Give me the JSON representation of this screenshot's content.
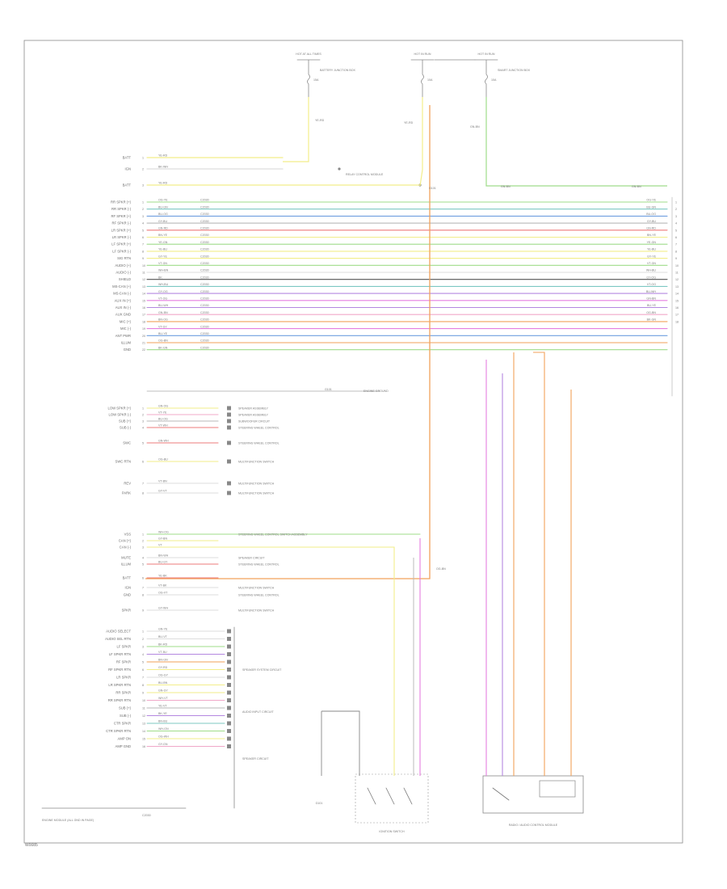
{
  "figure_id": "W0085",
  "connector_bottom_label": "C2030",
  "bottom_left_note": "ENGINE MODULE (ALL GND IN PAGE)",
  "colors": {
    "yellow": "#f2ee8a",
    "green": "#9fdc8a",
    "teal": "#7dc8c2",
    "blue": "#6f9fdf",
    "gray": "#b8b8b8",
    "red": "#ee7b7b",
    "orange": "#f2a25a",
    "magenta": "#e57fe0",
    "purple": "#b487e0",
    "pink": "#f0a8c8",
    "white": "#dddddd",
    "black": "#555555"
  },
  "fuses": [
    {
      "title": "HOT AT ALL TIMES",
      "rating": "15A",
      "note": "BATTERY JUNCTION BOX"
    },
    {
      "title": "HOT IN RUN",
      "rating": "10A",
      "note": ""
    },
    {
      "title": "HOT IN RUN",
      "rating": "10A",
      "note": "SMART JUNCTION BOX"
    }
  ],
  "top_wires": [
    {
      "label": "BATT",
      "code": "YE-RD",
      "color": "yellow"
    },
    {
      "label": "IGN",
      "code": "BK-WH",
      "color": "white"
    },
    {
      "label": "BATT",
      "code": "YE-RD",
      "color": "yellow"
    }
  ],
  "pins": [
    {
      "label": "RR SPKR (+)",
      "code": "OG-YE",
      "color": "green"
    },
    {
      "label": "RR SPKR (-)",
      "code": "BU-GN",
      "color": "teal"
    },
    {
      "label": "RF SPKR (+)",
      "code": "BU-OG",
      "color": "blue"
    },
    {
      "label": "RF SPKR (-)",
      "code": "GY-BU",
      "color": "gray"
    },
    {
      "label": "LR SPKR (+)",
      "code": "GN-RD",
      "color": "red"
    },
    {
      "label": "LR SPKR (-)",
      "code": "BN-YE",
      "color": "yellow"
    },
    {
      "label": "LF SPKR (+)",
      "code": "YE-GN",
      "color": "green"
    },
    {
      "label": "LF SPKR (-)",
      "code": "YE-BU",
      "color": "yellow"
    },
    {
      "label": "SIG RTN",
      "code": "GY-YE",
      "color": "yellow"
    },
    {
      "label": "AUDIO (+)",
      "code": "VT-GN",
      "color": "green"
    },
    {
      "label": "AUDIO (-)",
      "code": "WH-BN",
      "color": "white"
    },
    {
      "label": "SHIELD",
      "code": "BK",
      "color": "black"
    },
    {
      "label": "MS-CAN (+)",
      "code": "WH-BU",
      "color": "teal"
    },
    {
      "label": "MS-CAN (-)",
      "code": "GY-OG",
      "color": "purple"
    },
    {
      "label": "AUX IN (+)",
      "code": "VT-OG",
      "color": "magenta"
    },
    {
      "label": "AUX IN (-)",
      "code": "BU-WH",
      "color": "purple"
    },
    {
      "label": "AUX GND",
      "code": "GN-BN",
      "color": "pink"
    },
    {
      "label": "MIC (+)",
      "code": "BN-OG",
      "color": "orange"
    },
    {
      "label": "MIC (-)",
      "code": "VT-GY",
      "color": "magenta"
    },
    {
      "label": "ANT PWR",
      "code": "BU-YE",
      "color": "blue"
    },
    {
      "label": "ILLUM",
      "code": "OG-BN",
      "color": "orange"
    },
    {
      "label": "GND",
      "code": "BK-GN",
      "color": "green"
    }
  ],
  "mid_pins": [
    {
      "label": "LOW SPKR (+)",
      "code": "GN-OG",
      "color": "yellow",
      "dest": "SPEAKER ASSEMBLY"
    },
    {
      "label": "LOW SPKR (-)",
      "code": "VT-YE",
      "color": "pink",
      "dest": "SPEAKER ASSEMBLY"
    },
    {
      "label": "SUB (+)",
      "code": "BU-OG",
      "color": "gray",
      "dest": "SUBWOOFER CIRCUIT"
    },
    {
      "label": "SUB (-)",
      "code": "VT-WH",
      "color": "red",
      "dest": "STEERING WHEEL CONTROL"
    },
    {
      "label": "SWC",
      "code": "GN-WH",
      "color": "red",
      "dest": "STEERING WHEEL CONTROL"
    },
    {
      "label": "SWC RTN",
      "code": "OG-BU",
      "color": "yellow",
      "dest": "MULTIFUNCTION SWITCH"
    },
    {
      "label": "REV",
      "code": "VT-BN",
      "color": "white",
      "dest": "MULTIFUNCTION SWITCH"
    },
    {
      "label": "PARK",
      "code": "GY-VT",
      "color": "white",
      "dest": "MULTIFUNCTION SWITCH"
    }
  ],
  "lower_pins": [
    {
      "label": "VSS",
      "code": "WH-OG",
      "color": "green",
      "dest": "STEERING WHEEL CONTROL SWITCH ASSEMBLY"
    },
    {
      "label": "CAN (+)",
      "code": "GY-BN",
      "color": "yellow"
    },
    {
      "label": "CAN (-)",
      "code": "VT",
      "color": "yellow"
    },
    {
      "label": "MUTE",
      "code": "BN-WH",
      "color": "white",
      "dest": "SPEAKER CIRCUIT"
    },
    {
      "label": "ILLUM",
      "code": "BU-GY",
      "color": "red",
      "dest": "STEERING WHEEL CONTROL"
    },
    {
      "label": "BATT",
      "code": "YE-BK",
      "color": "red"
    },
    {
      "label": "IGN",
      "code": "VT-BK",
      "color": "white",
      "dest": "MULTIFUNCTION SWITCH"
    },
    {
      "label": "GND",
      "code": "OG-VT",
      "color": "white",
      "dest": "STEERING WHEEL CONTROL"
    },
    {
      "label": "SPKR",
      "code": "GY-WH",
      "color": "white",
      "dest": "MULTIFUNCTION SWITCH"
    }
  ],
  "bottom_pins": [
    {
      "label": "AUDIO SELECT",
      "code": "GN-YE",
      "color": "white"
    },
    {
      "label": "AUDIO SEL RTN",
      "code": "BU-VT",
      "color": "white"
    },
    {
      "label": "LF SPKR",
      "code": "BK-RD",
      "color": "green"
    },
    {
      "label": "LF SPKR RTN",
      "code": "VT-BU",
      "color": "purple"
    },
    {
      "label": "RF SPKR",
      "code": "BN-GN",
      "color": "orange"
    },
    {
      "label": "RF SPKR RTN",
      "code": "GY-RD",
      "color": "yellow"
    },
    {
      "label": "LR SPKR",
      "code": "OG-GY",
      "color": "white"
    },
    {
      "label": "LR SPKR RTN",
      "code": "BU-BN",
      "color": "yellow"
    },
    {
      "label": "RR SPKR",
      "code": "GN-GY",
      "color": "yellow"
    },
    {
      "label": "RR SPKR RTN",
      "code": "WH-VT",
      "color": "pink"
    },
    {
      "label": "SUB (+)",
      "code": "YE-VT",
      "color": "gray"
    },
    {
      "label": "SUB (-)",
      "code": "BK-YE",
      "color": "purple"
    },
    {
      "label": "CTR SPKR",
      "code": "BN-BU",
      "color": "teal"
    },
    {
      "label": "CTR SPKR RTN",
      "code": "WH-GN",
      "color": "green"
    },
    {
      "label": "AMP ON",
      "code": "OG-WH",
      "color": "yellow"
    },
    {
      "label": "AMP GND",
      "code": "GY-GN",
      "color": "pink"
    }
  ],
  "right_labels": [
    "OG-YE",
    "BU-GN",
    "BU-OG",
    "GY-BU",
    "GN-RD",
    "BN-YE",
    "YE-GN",
    "YE-BU",
    "GY-YE",
    "VT-GN",
    "WH-BU",
    "GY-OG",
    "VT-OG",
    "BU-WH",
    "GN-BN",
    "BU-YE",
    "OG-BN",
    "BK-GN"
  ],
  "components": {
    "relay": "RELAY CONTROL MODULE",
    "switch": "IGNITION SWITCH",
    "module": "RADIO / AUDIO CONTROL MODULE",
    "ground": "G101",
    "ground_label": "ENGINE GROUND"
  },
  "groups": [
    "SPEAKER SYSTEM CIRCUIT",
    "AUDIO INPUT CIRCUIT",
    "SPEAKER CIRCUIT"
  ]
}
